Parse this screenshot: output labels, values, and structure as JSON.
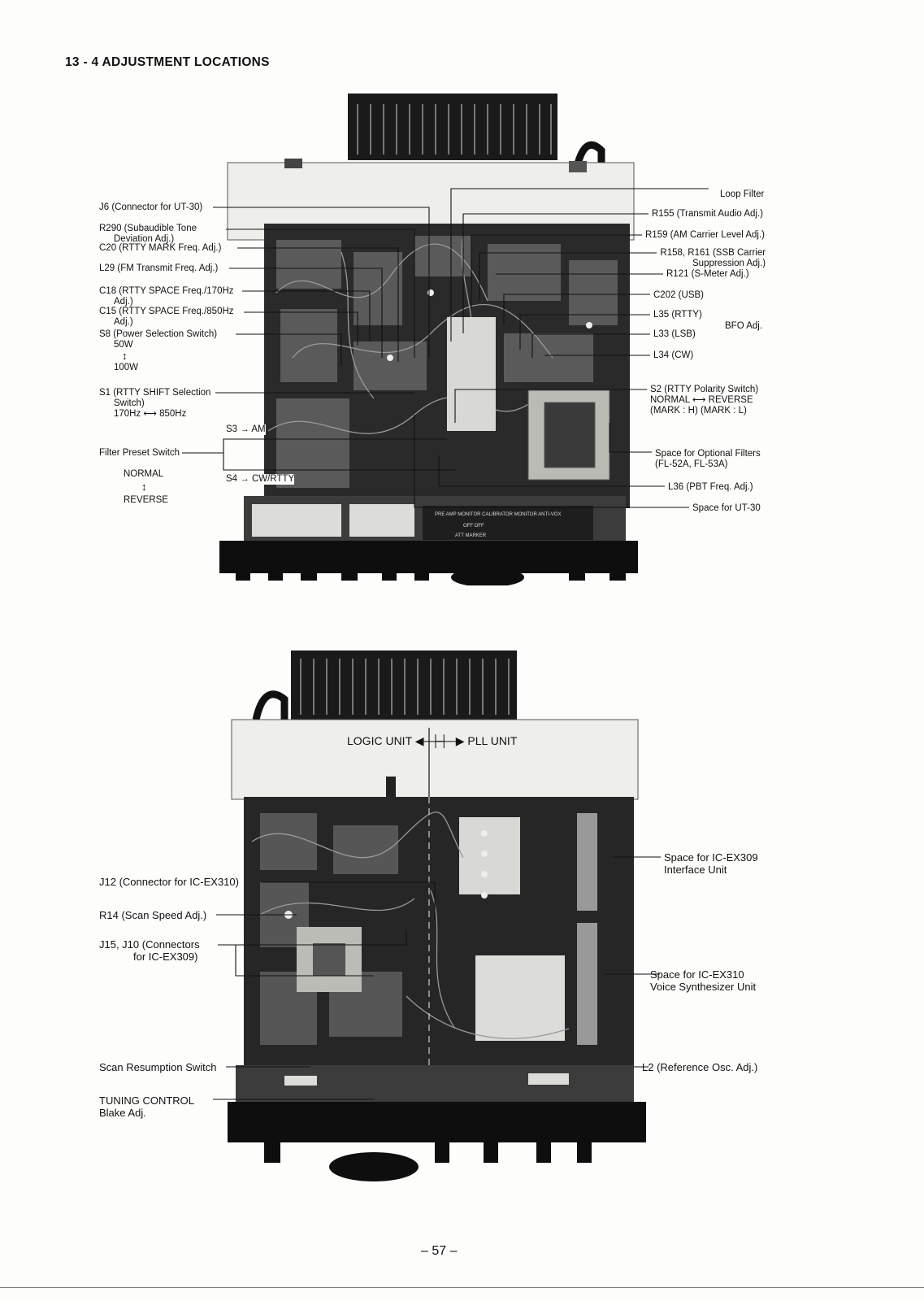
{
  "header": {
    "title": "13 - 4  ADJUSTMENT  LOCATIONS"
  },
  "figure1": {
    "left_labels": [
      {
        "id": "j6",
        "lines": [
          "J6 (Connector for UT-30)"
        ]
      },
      {
        "id": "r290",
        "lines": [
          "R290 (Subaudible Tone",
          "Deviation Adj.)"
        ]
      },
      {
        "id": "c20",
        "lines": [
          "C20 (RTTY MARK Freq. Adj.)"
        ]
      },
      {
        "id": "l29",
        "lines": [
          "L29 (FM Transmit Freq. Adj.)"
        ]
      },
      {
        "id": "c18",
        "lines": [
          "C18 (RTTY SPACE Freq./170Hz",
          "Adj.)"
        ]
      },
      {
        "id": "c15",
        "lines": [
          "C15 (RTTY SPACE Freq./850Hz",
          "Adj.)"
        ]
      },
      {
        "id": "s8",
        "lines": [
          "S8 (Power Selection Switch)",
          "50W",
          "↕",
          "100W"
        ]
      },
      {
        "id": "s1",
        "lines": [
          "S1 (RTTY SHIFT Selection",
          "Switch)",
          "170Hz ⟷ 850Hz"
        ]
      },
      {
        "id": "filter",
        "lines": [
          "Filter Preset Switch",
          "NORMAL",
          "↕",
          "REVERSE"
        ]
      }
    ],
    "switch_labels": {
      "s3": "S3 → AM",
      "s4": "S4 → CW/RTTY"
    },
    "right_labels": [
      {
        "id": "loop",
        "lines": [
          "Loop Filter"
        ]
      },
      {
        "id": "r155",
        "lines": [
          "R155 (Transmit Audio Adj.)"
        ]
      },
      {
        "id": "r159",
        "lines": [
          "R159 (AM Carrier Level Adj.)"
        ]
      },
      {
        "id": "r158",
        "lines": [
          "R158, R161 (SSB Carrier",
          "Suppression Adj.)"
        ]
      },
      {
        "id": "r121",
        "lines": [
          "R121 (S-Meter Adj.)"
        ]
      },
      {
        "id": "c202",
        "lines": [
          "C202  (USB)"
        ]
      },
      {
        "id": "l35",
        "lines": [
          "L35  (RTTY)"
        ]
      },
      {
        "id": "l33",
        "lines": [
          "L33  (LSB)"
        ]
      },
      {
        "id": "l34",
        "lines": [
          "L34  (CW)"
        ]
      },
      {
        "id": "s2",
        "lines": [
          "S2 (RTTY Polarity Switch)",
          "NORMAL ⟷ REVERSE",
          "(MARK : H)    (MARK : L)"
        ]
      },
      {
        "id": "optfilt",
        "lines": [
          "Space for Optional Filters",
          "(FL-52A, FL-53A)"
        ]
      },
      {
        "id": "l36",
        "lines": [
          "L36 (PBT Freq. Adj.)"
        ]
      },
      {
        "id": "ut30",
        "lines": [
          "Space for UT-30"
        ]
      }
    ],
    "bfo_label": "BFO Adj.",
    "panel_text": {
      "row1": "PRE AMP   MONITOR   CALIBRATOR  MONITOR   ANTI-VOX",
      "row2": "OFF      OFF",
      "row3": "ATT     MARKER"
    }
  },
  "figure2": {
    "unit_labels": {
      "logic": "LOGIC UNIT",
      "pll": "PLL UNIT"
    },
    "left_labels": [
      {
        "id": "j12",
        "lines": [
          "J12 (Connector for IC-EX310)"
        ]
      },
      {
        "id": "r14",
        "lines": [
          "R14 (Scan Speed Adj.)"
        ]
      },
      {
        "id": "j15",
        "lines": [
          "J15, J10 (Connectors",
          "for IC-EX309)"
        ]
      },
      {
        "id": "scan",
        "lines": [
          "Scan Resumption Switch"
        ]
      },
      {
        "id": "tuning",
        "lines": [
          "TUNING  CONTROL",
          "Blake Adj."
        ]
      }
    ],
    "right_labels": [
      {
        "id": "ex309",
        "lines": [
          "Space for IC-EX309",
          "Interface Unit"
        ]
      },
      {
        "id": "ex310",
        "lines": [
          "Space for IC-EX310",
          "Voice Synthesizer Unit"
        ]
      },
      {
        "id": "l2",
        "lines": [
          "L2 (Reference Osc. Adj.)"
        ]
      }
    ]
  },
  "footer": {
    "page_number": "– 57 –"
  }
}
